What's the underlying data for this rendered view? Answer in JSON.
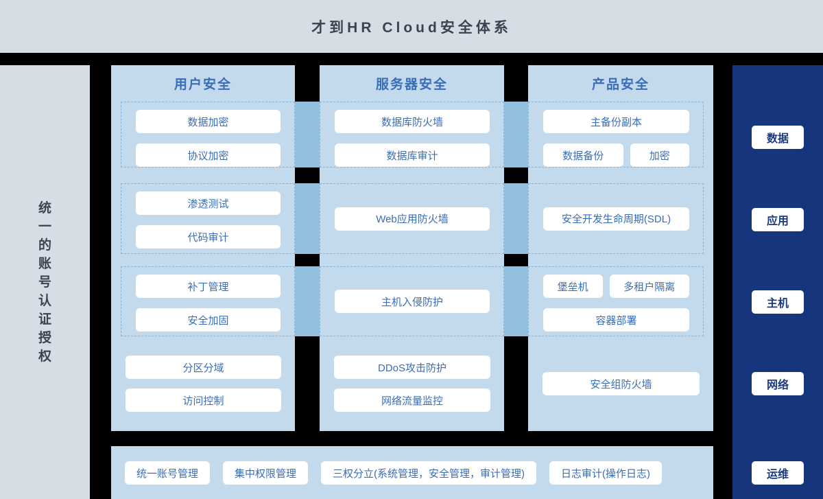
{
  "header": {
    "title": "才到HR Cloud安全体系"
  },
  "left_sidebar": {
    "label": "统一的账号认证授权"
  },
  "columns": [
    {
      "title": "用户安全",
      "rows": [
        {
          "boxed": true,
          "lines": [
            [
              "数据加密"
            ],
            [
              "协议加密"
            ]
          ]
        },
        {
          "boxed": true,
          "lines": [
            [
              "渗透测试"
            ],
            [
              "代码审计"
            ]
          ]
        },
        {
          "boxed": true,
          "lines": [
            [
              "补丁管理"
            ],
            [
              "安全加固"
            ]
          ]
        },
        {
          "boxed": false,
          "lines": [
            [
              "分区分域"
            ],
            [
              "访问控制"
            ]
          ]
        }
      ]
    },
    {
      "title": "服务器安全",
      "rows": [
        {
          "boxed": true,
          "lines": [
            [
              "数据库防火墙"
            ],
            [
              "数据库审计"
            ]
          ]
        },
        {
          "boxed": true,
          "lines": [
            [
              "Web应用防火墙"
            ]
          ]
        },
        {
          "boxed": true,
          "lines": [
            [
              "主机入侵防护"
            ]
          ]
        },
        {
          "boxed": false,
          "lines": [
            [
              "DDoS攻击防护"
            ],
            [
              "网络流量监控"
            ]
          ]
        }
      ]
    },
    {
      "title": "产品安全",
      "rows": [
        {
          "boxed": true,
          "lines": [
            [
              "主备份副本"
            ],
            [
              "数据备份",
              "加密"
            ]
          ]
        },
        {
          "boxed": true,
          "lines": [
            [
              "安全开发生命周期(SDL)"
            ]
          ]
        },
        {
          "boxed": true,
          "lines": [
            [
              "堡垒机",
              "多租户隔离"
            ],
            [
              "容器部署"
            ]
          ]
        },
        {
          "boxed": false,
          "lines": [
            [
              "安全组防火墙"
            ]
          ]
        }
      ]
    }
  ],
  "right_sidebar": {
    "items": [
      "数据",
      "应用",
      "主机",
      "网络",
      "运维"
    ]
  },
  "bottom_bar": {
    "items": [
      "统一账号管理",
      "集中权限管理",
      "三权分立(系统管理，安全管理，审计管理)",
      "日志审计(操作日志)"
    ]
  },
  "colors": {
    "background": "#000000",
    "header_bg": "#d6dde4",
    "header_text": "#3a4351",
    "column_bg": "#c3d9ec",
    "connector": "#93bfe0",
    "chip_bg": "#ffffff",
    "chip_text": "#3a6db7",
    "dashed_border": "#84b3d9",
    "navy_panel": "#16357d",
    "navy_chip_text": "#1c3a80"
  }
}
